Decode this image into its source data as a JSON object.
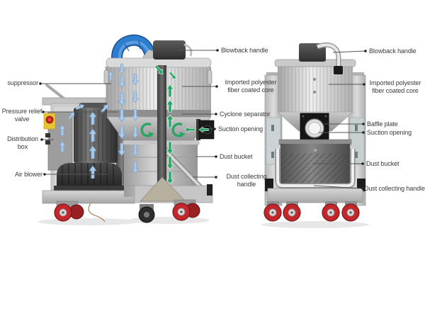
{
  "diagram": {
    "views": {
      "left_view": "side cutaway view",
      "right_view": "rear view"
    },
    "colors": {
      "hose_blue": "#2e7ed0",
      "airflow_arrow_blue": "#abcbec",
      "airflow_arrow_green": "#29a566",
      "caster_red": "#c3272b",
      "emergency_stop_red": "#cc1f1f",
      "emergency_stop_plate_yellow": "#e8c530",
      "label_text": "#3a3a3a",
      "leader_line": "#555555"
    },
    "labels": {
      "left": [
        {
          "lines": [
            "suppressor"
          ]
        },
        {
          "lines": [
            "Pressure relief",
            "valve"
          ]
        },
        {
          "lines": [
            "Distribution",
            "box"
          ]
        },
        {
          "lines": [
            "Air blower"
          ]
        }
      ],
      "middle": [
        {
          "lines": [
            "Blowback handle"
          ]
        },
        {
          "lines": [
            "Imported polyester",
            "fiber coated core"
          ]
        },
        {
          "lines": [
            "Cyclone separator"
          ]
        },
        {
          "lines": [
            "Suction opening"
          ]
        },
        {
          "lines": [
            "Dust bucket"
          ]
        },
        {
          "lines": [
            "Dust collecting",
            "handle"
          ]
        }
      ],
      "right": [
        {
          "lines": [
            "Blowback handle"
          ]
        },
        {
          "lines": [
            "Imported polyester",
            "fiber coated core"
          ]
        },
        {
          "lines": [
            "Baffle plate"
          ]
        },
        {
          "lines": [
            "Suction opening"
          ]
        },
        {
          "lines": [
            "Dust bucket"
          ]
        },
        {
          "lines": [
            "Dust collecting handle"
          ]
        }
      ]
    }
  }
}
